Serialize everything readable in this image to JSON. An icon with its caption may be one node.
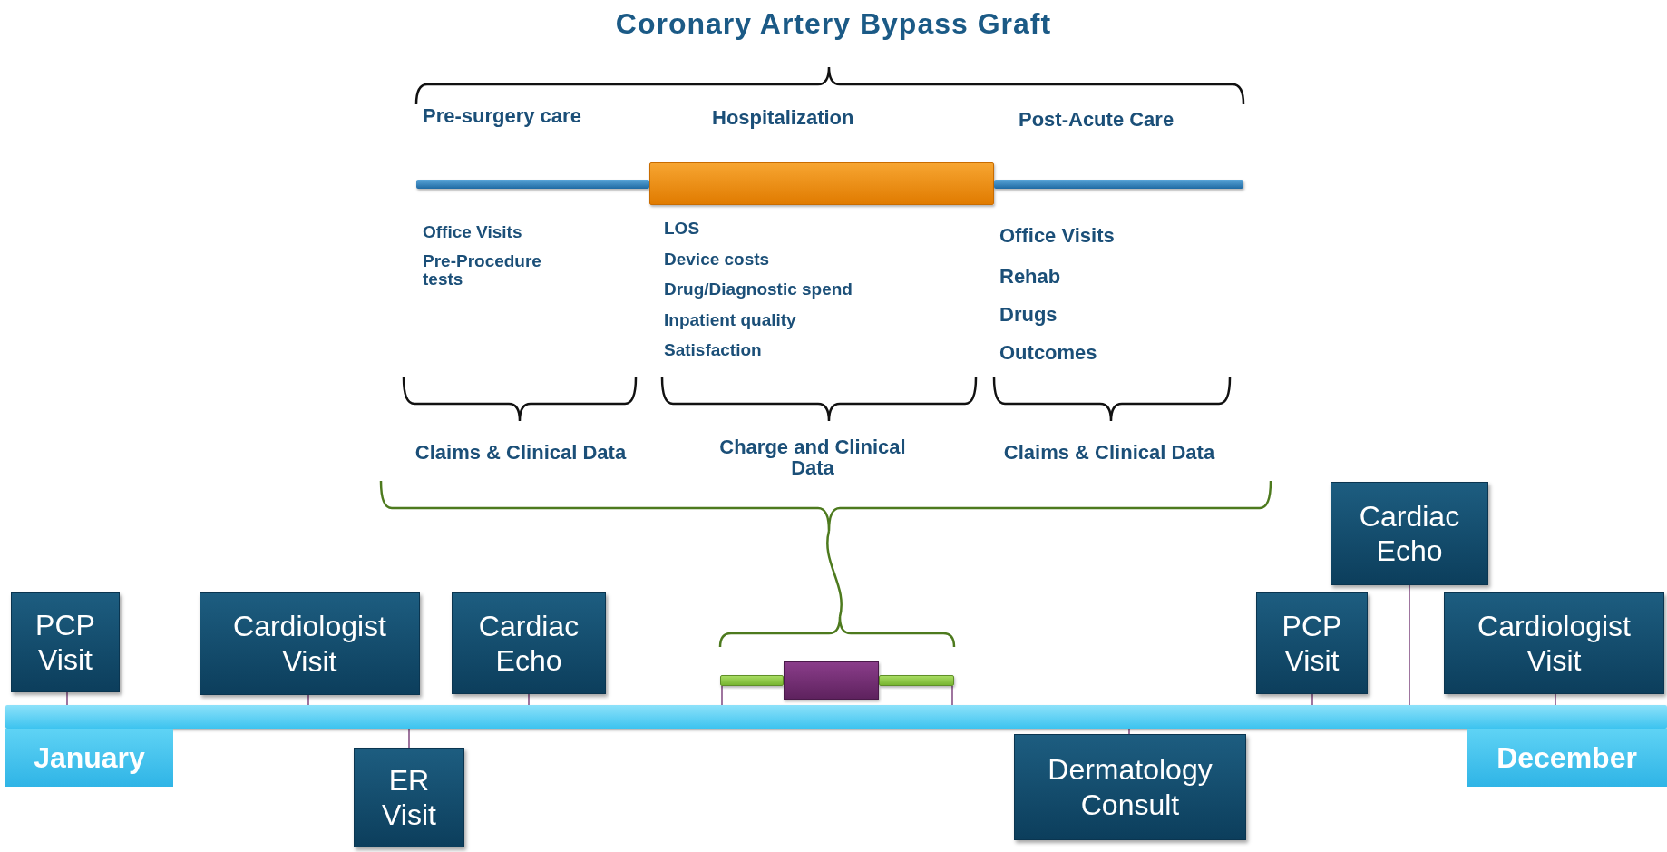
{
  "diagram": {
    "title": "Coronary Artery Bypass Graft",
    "nodes": [
      {
        "text": [],
        "shape": "bar"
      },
      {
        "text": [],
        "shape": "bar"
      },
      {
        "text": [],
        "shape": "bar"
      },
      {
        "text": [
          "Cardiac Echo"
        ]
      },
      {
        "text": [
          "PCP Visit"
        ]
      },
      {
        "text": [
          "Cardiologist Visit"
        ]
      },
      {
        "text": [
          "Cardiac Echo"
        ]
      },
      {
        "text": [],
        "shape": "bar"
      },
      {
        "text": [],
        "shape": "box"
      },
      {
        "text": [],
        "shape": "bar"
      },
      {
        "text": [
          "PCP Visit"
        ]
      },
      {
        "text": [
          "Cardiologist Visit"
        ]
      },
      {
        "text": [],
        "shape": "bar"
      },
      {
        "text": [
          "January"
        ]
      },
      {
        "text": [
          "ER Visit"
        ]
      },
      {
        "text": [
          "Dermatology Consult"
        ]
      },
      {
        "text": [
          "December"
        ]
      }
    ],
    "edges": [
      {
        "from": 4,
        "to": 12,
        "arrow": "none"
      },
      {
        "from": 5,
        "to": 12,
        "arrow": "none"
      },
      {
        "from": 6,
        "to": 12,
        "arrow": "none"
      },
      {
        "from": 7,
        "to": 12,
        "arrow": "none"
      },
      {
        "from": 9,
        "to": 12,
        "arrow": "none"
      },
      {
        "from": 10,
        "to": 12,
        "arrow": "none"
      },
      {
        "from": 3,
        "to": 12,
        "arrow": "none"
      },
      {
        "from": 11,
        "to": 12,
        "arrow": "none"
      },
      {
        "from": 14,
        "to": 12,
        "arrow": "none"
      },
      {
        "from": 15,
        "to": 12,
        "arrow": "none"
      }
    ],
    "labels": [
      "Pre-surgery care",
      "Hospitalization",
      "Post-Acute Care",
      "Office Visits",
      "Pre-Procedure tests",
      "LOS",
      "Device costs",
      "Drug/Diagnostic spend",
      "Inpatient quality",
      "Satisfaction",
      "Office Visits",
      "Rehab",
      "Drugs",
      "Outcomes",
      "Claims & Clinical Data",
      "Charge and Clinical Data",
      "Claims & Clinical Data"
    ]
  }
}
